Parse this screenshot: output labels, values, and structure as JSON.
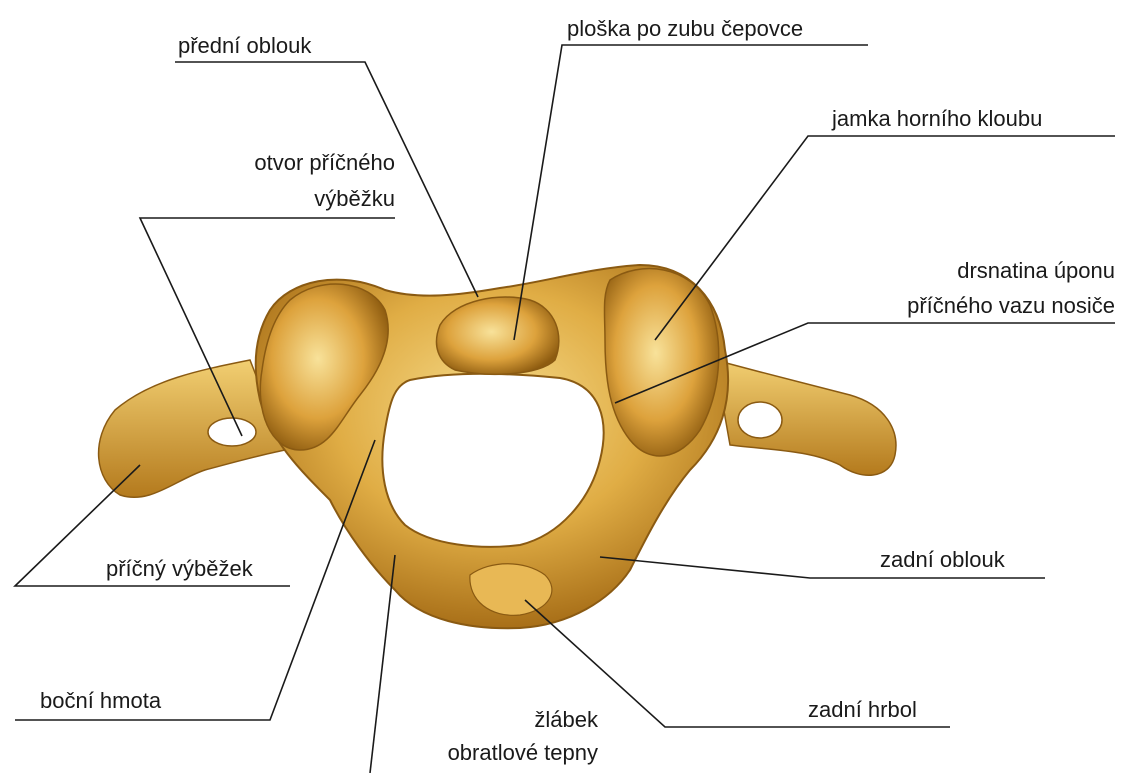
{
  "labels": {
    "anterior_arch": "přední oblouk",
    "dens_facet": "ploška po zubu čepovce",
    "superior_facet": "jamka horního kloubu",
    "transverse_foramen_1": "otvor příčného",
    "transverse_foramen_2": "výběžku",
    "ligament_tubercle_1": "drsnatina úponu",
    "ligament_tubercle_2": "příčného vazu nosiče",
    "transverse_process": "příčný výběžek",
    "posterior_arch": "zadní oblouk",
    "lateral_mass": "boční hmota",
    "posterior_tubercle": "zadní hrbol",
    "vertebral_groove_1": "žlábek",
    "vertebral_groove_2": "obratlové tepny"
  },
  "colors": {
    "bone_light": "#f3d27a",
    "bone_mid": "#d9a132",
    "bone_dark": "#9a6512",
    "line": "#1a1a1a"
  }
}
